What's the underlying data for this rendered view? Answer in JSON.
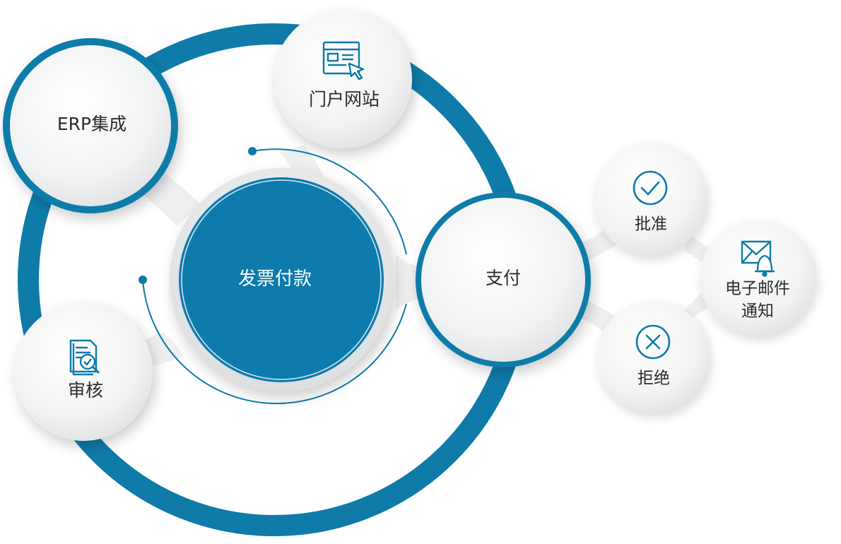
{
  "center": {
    "label": "发票付款"
  },
  "nodes": {
    "erp": {
      "label": "ERP集成"
    },
    "portal": {
      "label": "门户网站",
      "icon": "web-browser-cursor-icon"
    },
    "audit": {
      "label": "审核",
      "icon": "document-check-icon"
    },
    "payment": {
      "label": "支付"
    },
    "approve": {
      "label": "批准",
      "icon": "check-circle-icon"
    },
    "email": {
      "label_line1": "电子邮件",
      "label_line2": "通知",
      "icon": "envelope-bell-icon"
    },
    "reject": {
      "label": "拒绝",
      "icon": "x-circle-icon"
    }
  },
  "colors": {
    "primary": "#0e7ba9",
    "center_fill": "#0d7bac",
    "bubble": "#f1f2f3",
    "text": "#2b2b2b"
  }
}
